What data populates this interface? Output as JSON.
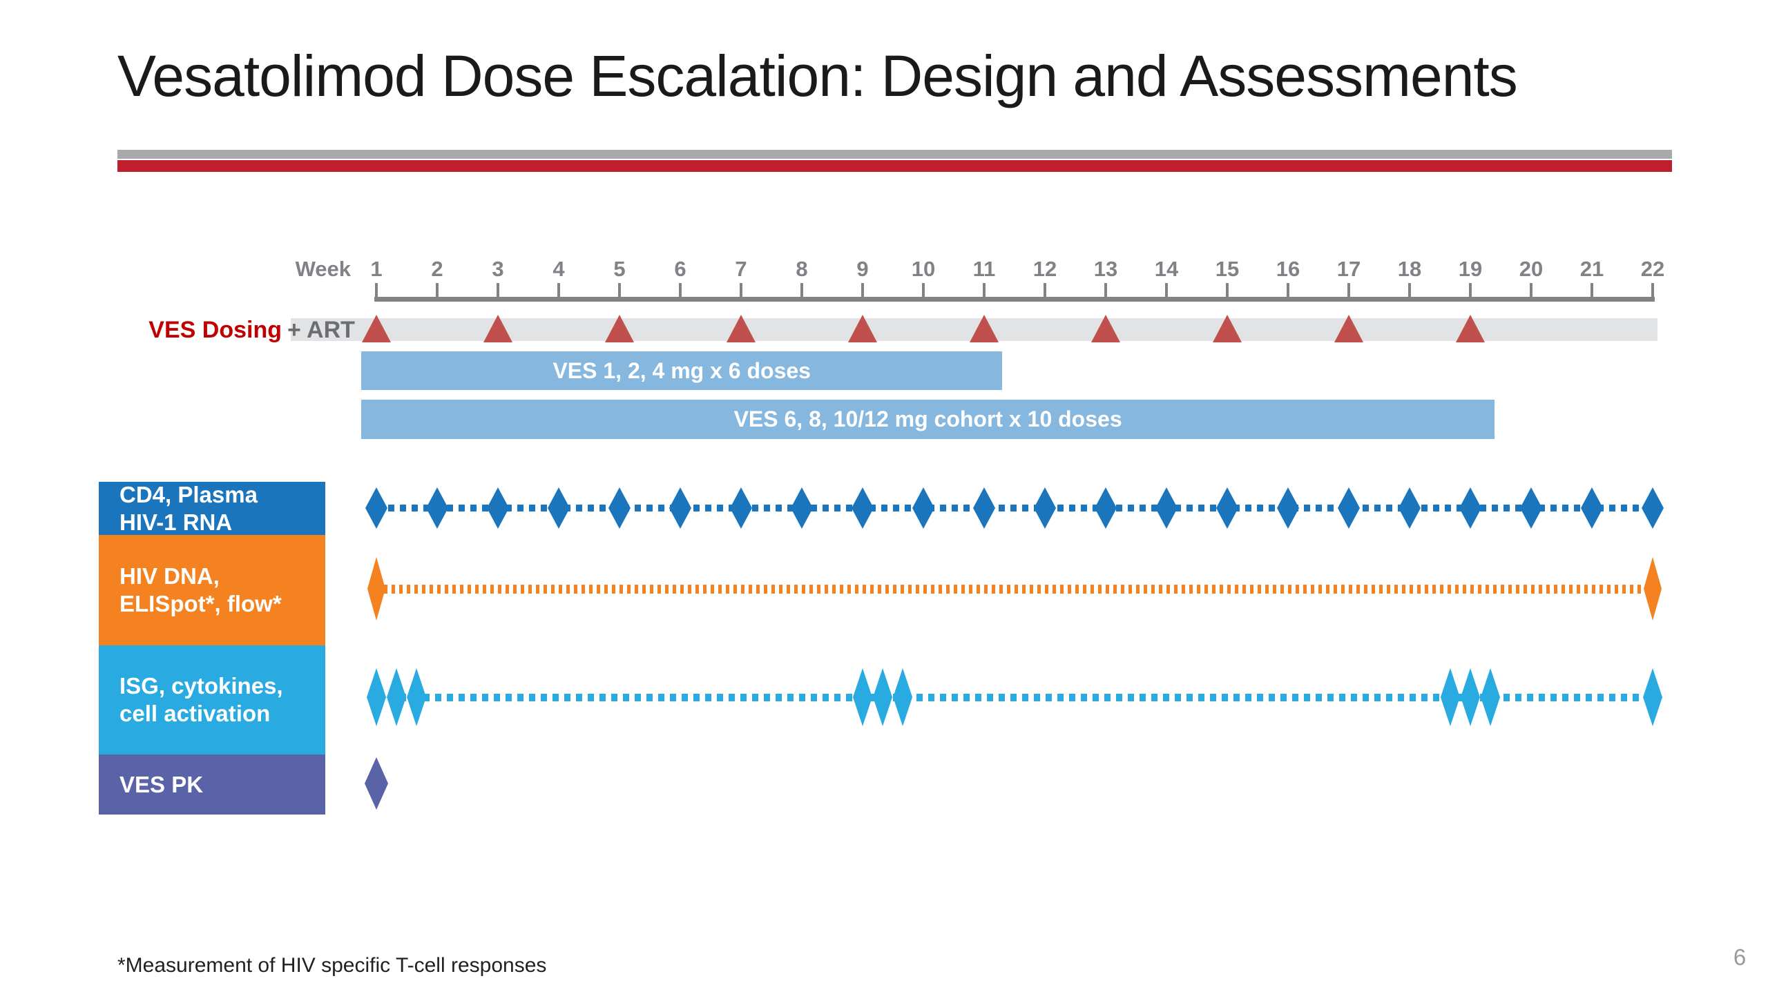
{
  "slide": {
    "title": "Vesatolimod Dose Escalation: Design and Assessments",
    "footnote": "*Measurement of HIV specific T-cell responses",
    "page_number": "6"
  },
  "colors": {
    "divider_gray": "#A7A9AC",
    "divider_red": "#BE1E2D",
    "axis_gray": "#808285",
    "week_label_gray": "#808285",
    "ves_dosing_red": "#C00000",
    "art_label_gray": "#6D6E71",
    "art_bar_gray": "#E2E3E4",
    "triangle_red": "#C0504D",
    "dose_bar_blue": "#85B7DF",
    "page_number_gray": "#97999B"
  },
  "timeline": {
    "axis_label": "Week",
    "weeks": [
      1,
      2,
      3,
      4,
      5,
      6,
      7,
      8,
      9,
      10,
      11,
      12,
      13,
      14,
      15,
      16,
      17,
      18,
      19,
      20,
      21,
      22
    ],
    "dosing": {
      "label": "VES Dosing",
      "art_label": "+ ART",
      "triangle_weeks": [
        1,
        3,
        5,
        7,
        9,
        11,
        13,
        15,
        17,
        19
      ]
    },
    "dose_bars": [
      {
        "label": "VES 1, 2, 4 mg x 6 doses",
        "week_start": 0.75,
        "week_end": 11.3
      },
      {
        "label": "VES 6, 8, 10/12 mg cohort  x 10 doses",
        "week_start": 0.75,
        "week_end": 19.4
      }
    ],
    "assessment_rows": [
      {
        "id": "cd4-plasma-hiv1-rna",
        "label_lines": [
          "CD4, Plasma",
          "HIV-1 RNA"
        ],
        "color": "#1B75BC",
        "marker_weeks": [
          1,
          2,
          3,
          4,
          5,
          6,
          7,
          8,
          9,
          10,
          11,
          12,
          13,
          14,
          15,
          16,
          17,
          18,
          19,
          20,
          21,
          22
        ],
        "line_weeks": [
          1,
          22
        ]
      },
      {
        "id": "hiv-dna-elispot-flow",
        "label_lines": [
          "HIV DNA,",
          "ELISpot*, flow*"
        ],
        "color": "#F58220",
        "marker_weeks": [
          1,
          22
        ],
        "line_weeks": [
          1,
          22
        ]
      },
      {
        "id": "isg-cytokines-cell-activation",
        "label_lines": [
          "ISG, cytokines,",
          "cell activation"
        ],
        "color": "#29ABE2",
        "marker_weeks": [
          1,
          1.33,
          1.66,
          9,
          9.33,
          9.66,
          18.67,
          19,
          19.33,
          22
        ],
        "line_weeks": [
          1,
          22
        ]
      },
      {
        "id": "ves-pk",
        "label_lines": [
          "VES PK"
        ],
        "color": "#5A62A8",
        "marker_weeks": [
          1
        ],
        "line_weeks": null
      }
    ]
  }
}
